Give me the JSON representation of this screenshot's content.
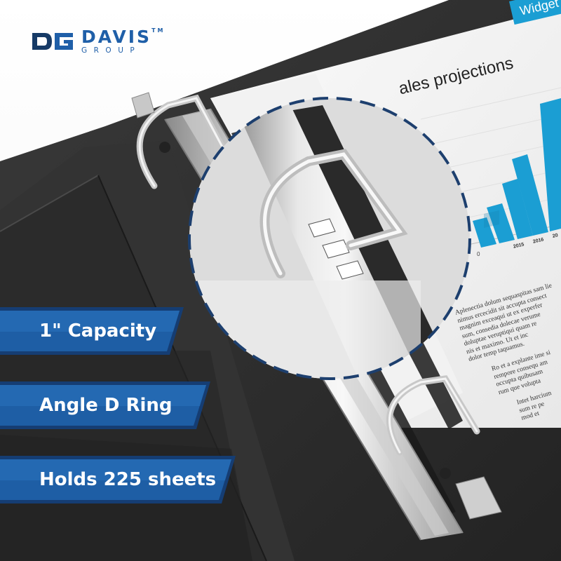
{
  "brand": {
    "name": "DAVIS",
    "tm": "TM",
    "sub": "GROUP",
    "colors": {
      "blue": "#1f5fa8",
      "dark": "#163a66"
    }
  },
  "features": [
    {
      "label": "1\" Capacity"
    },
    {
      "label": "Angle D Ring"
    },
    {
      "label": "Holds 225 sheets"
    }
  ],
  "document": {
    "tab": "Widget",
    "title": "ales projections",
    "axis_zero": "0",
    "years": [
      "2015",
      "2016",
      "20"
    ],
    "paragraphs": [
      "Aplenectia dolum sequaspitas sam lie",
      "nimus ercecidit sit accupta consect",
      "magnim exceaqui ut ex experfer",
      "sum, consedia dolecae verume",
      "doluptae veruptiqui quam re",
      "nis et maximo. Ut et inc",
      "dolor temp taquamus.",
      "Ro et a explante ime si",
      "rempore consequ am",
      "occupta quibusam",
      "rum que volupta",
      "Intet harcium",
      "sum re pe",
      "mod et"
    ]
  },
  "colors": {
    "accent": "#1b9ed3",
    "badge_blue": "#1e5ea5",
    "binder": "#2d2d2d"
  }
}
